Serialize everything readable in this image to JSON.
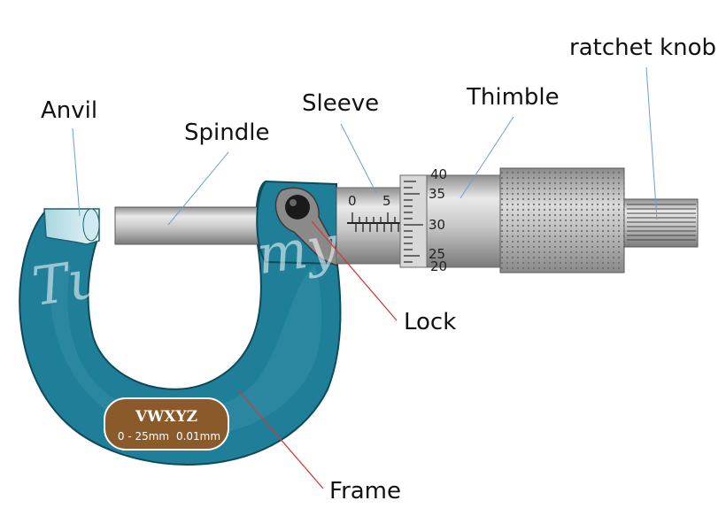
{
  "labels": {
    "anvil": "Anvil",
    "spindle": "Spindle",
    "sleeve": "Sleeve",
    "thimble": "Thimble",
    "ratchet_knob": "ratchet knob",
    "lock": "Lock",
    "frame": "Frame"
  },
  "sleeve_scale": {
    "zero": "0",
    "five": "5"
  },
  "thimble_scale": [
    "40",
    "35",
    "30",
    "25",
    "20"
  ],
  "plate": {
    "brand": "VWXYZ",
    "range": "0 - 25mm",
    "resolution": "0.01mm"
  },
  "watermark": "Tuisyen.my",
  "colors": {
    "frame": "#1f7e98",
    "frame_inner": "#7ab8c6",
    "leader_blue": "#6a9fd4",
    "leader_red": "#d23a3a",
    "plate": "#8a5a2b"
  }
}
